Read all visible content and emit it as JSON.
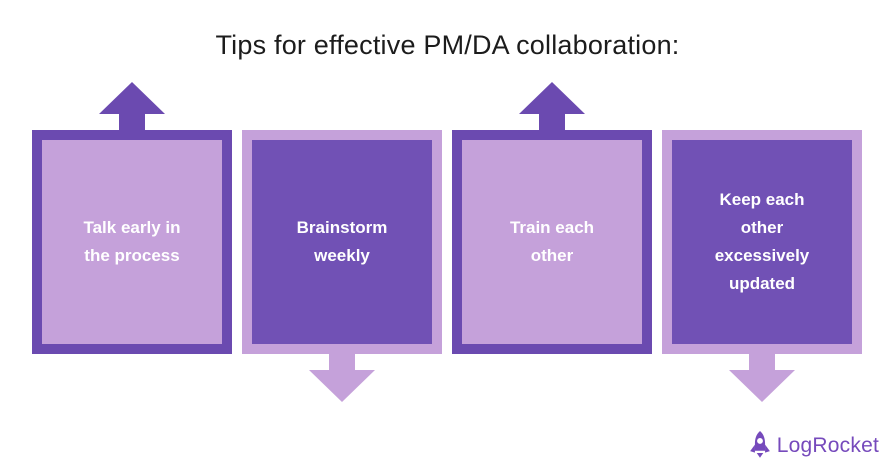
{
  "title": "Tips for effective PM/DA collaboration:",
  "boxes": [
    {
      "label": "Talk early in the process",
      "variant": "light",
      "arrow": "up"
    },
    {
      "label": "Brainstorm weekly",
      "variant": "dark",
      "arrow": "down"
    },
    {
      "label": "Train each other",
      "variant": "light",
      "arrow": "up"
    },
    {
      "label": "Keep each other excessively updated",
      "variant": "dark",
      "arrow": "down"
    }
  ],
  "colors": {
    "dark_purple": "#6b4ab0",
    "dark_fill": "#7151b5",
    "light_purple": "#c5a1da",
    "logo_purple": "#764abc",
    "title_color": "#1c1c1c"
  },
  "logo": {
    "text": "LogRocket",
    "icon": "rocket-icon"
  }
}
